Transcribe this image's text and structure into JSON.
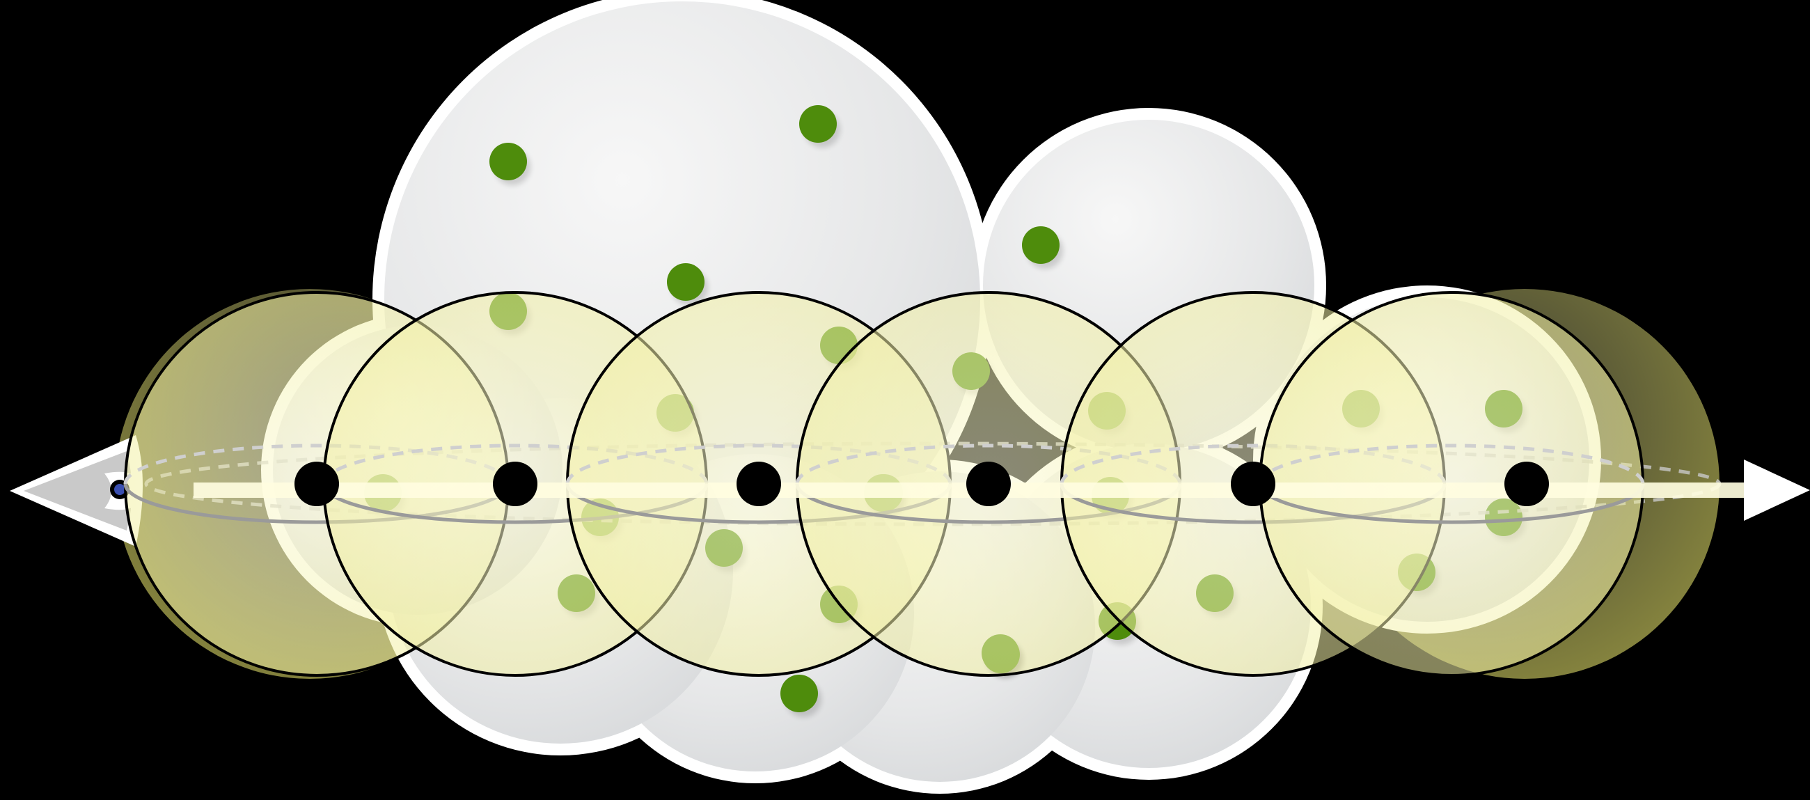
{
  "diagram": {
    "colors": {
      "background": "#000000",
      "cloud_fill": "#e3e4e5",
      "cloud_outline": "#ffffff",
      "particle": "#4e8c0c",
      "sample_sphere": "#f3f1a8",
      "sample_point": "#000000",
      "ray": "#fffde0",
      "eye_pupil": "#2a3b8f"
    },
    "ray": {
      "direction": "right",
      "arrow": true
    },
    "sample_count": 6,
    "particle_count": 26,
    "has_eye": true,
    "sphere_count": 8
  }
}
